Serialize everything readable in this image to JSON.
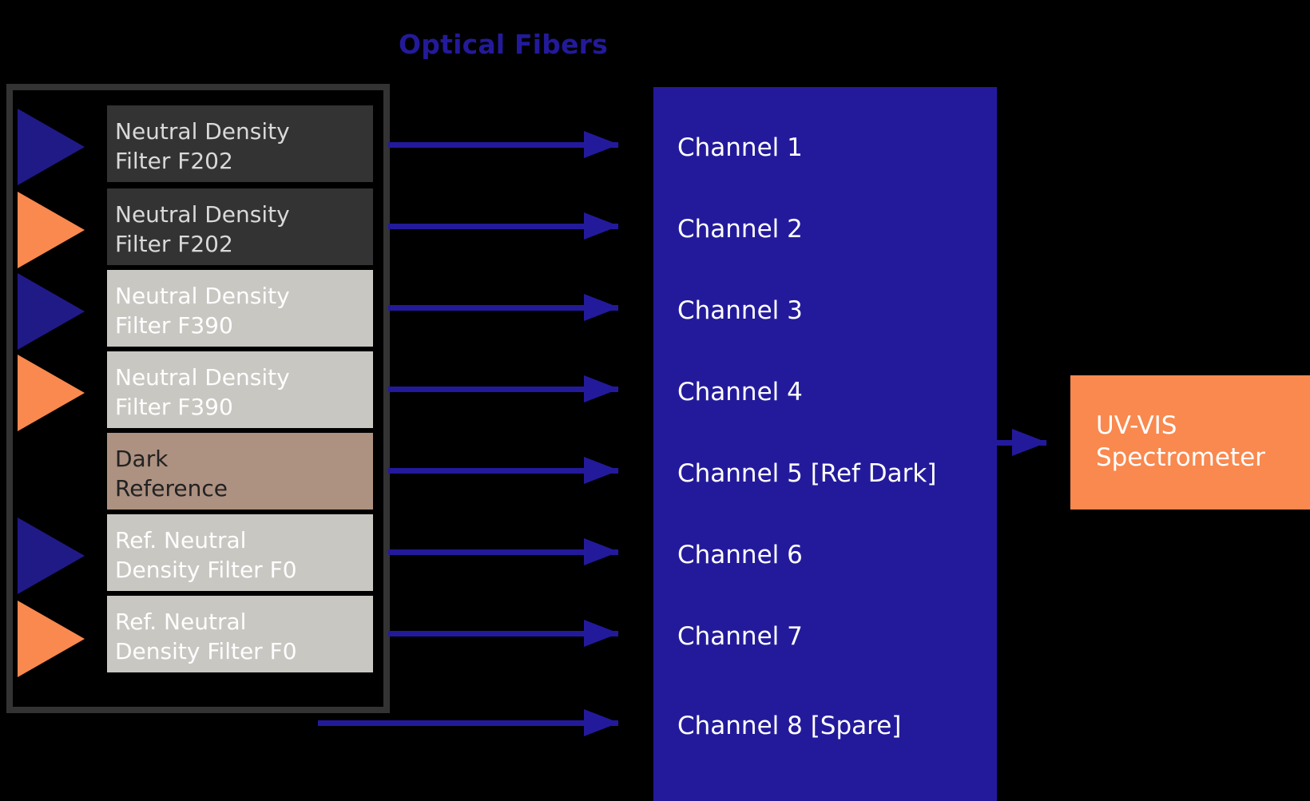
{
  "title": "Optical Fibers",
  "colors": {
    "blue": "#231a9b",
    "triangle_blue": "#201a87",
    "orange": "#f9894f",
    "dark_box": "#333333",
    "light_box": "#c9c7c2",
    "tan_box": "#ad9181",
    "panel": "#231a9b",
    "background": "#000000",
    "frame": "#333333"
  },
  "enclosure": {
    "name": "filter-enclosure",
    "rows": [
      {
        "marker": "blue",
        "label": "Neutral Density\nFilter F202",
        "style": "dark"
      },
      {
        "marker": "orange",
        "label": "Neutral Density\nFilter F202",
        "style": "dark"
      },
      {
        "marker": "blue",
        "label": "Neutral Density\nFilter F390",
        "style": "light"
      },
      {
        "marker": "orange",
        "label": "Neutral Density\nFilter F390",
        "style": "light"
      },
      {
        "marker": "none",
        "label": "Dark\nReference",
        "style": "tan"
      },
      {
        "marker": "blue",
        "label": "Ref. Neutral\nDensity Filter F0",
        "style": "light"
      },
      {
        "marker": "orange",
        "label": "Ref. Neutral\nDensity Filter F0",
        "style": "light"
      }
    ]
  },
  "panel": {
    "name": "spectrometer-channel-panel",
    "channels": [
      "Channel 1",
      "Channel 2",
      "Channel 3",
      "Channel 4",
      "Channel 5 [Ref Dark]",
      "Channel 6",
      "Channel 7",
      "Channel 8 [Spare]"
    ]
  },
  "spectrometer": {
    "label": "UV-VIS\nSpectrometer"
  }
}
